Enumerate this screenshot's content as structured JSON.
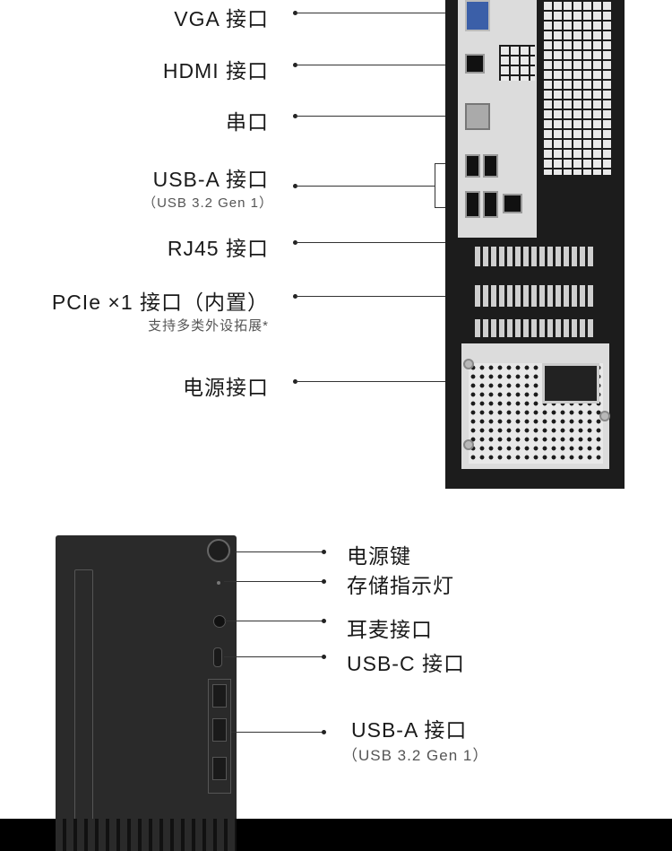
{
  "rear": {
    "labels": {
      "vga": "VGA 接口",
      "hdmi": "HDMI 接口",
      "serial": "串口",
      "usb_a": "USB-A 接口",
      "usb_a_sub": "（USB 3.2 Gen 1）",
      "rj45": "RJ45 接口",
      "pcie": "PCIe ×1 接口（内置）",
      "pcie_sub": "支持多类外设拓展*",
      "power": "电源接口"
    }
  },
  "front": {
    "labels": {
      "power_button": "电源键",
      "storage_led": "存储指示灯",
      "headset": "耳麦接口",
      "usb_c": "USB-C 接口",
      "usb_a": "USB-A 接口",
      "usb_a_sub": "（USB 3.2 Gen 1）"
    }
  },
  "colors": {
    "case": "#1c1c1c",
    "vga_blue": "#3b5fa8",
    "background": "#ffffff"
  }
}
